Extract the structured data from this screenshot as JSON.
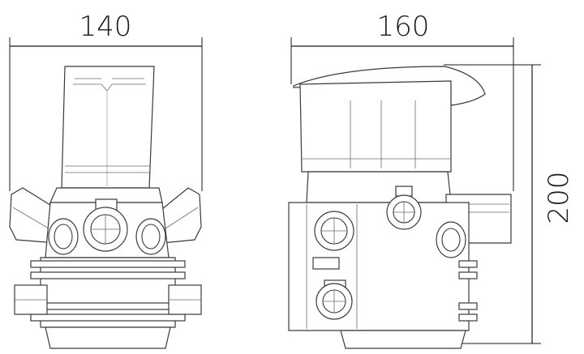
{
  "dimensions": {
    "front_width_label": "140",
    "side_width_label": "160",
    "height_label": "200"
  },
  "views": {
    "front": "front-view",
    "side": "side-view"
  }
}
